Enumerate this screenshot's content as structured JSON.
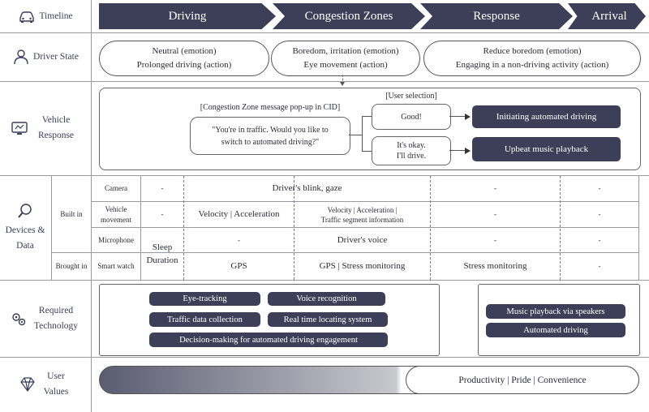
{
  "rows": {
    "timeline": "Timeline",
    "driver_state": "Driver State",
    "vehicle_response": "Vehicle Response",
    "devices_data": "Devices & Data",
    "required_technology": "Required Technology",
    "user_values": "User Values"
  },
  "timeline": {
    "stages": [
      "Driving",
      "Congestion Zones",
      "Response",
      "Arrival"
    ]
  },
  "driver_state": {
    "s1_line1": "Neutral (emotion)",
    "s1_line2": "Prolonged driving (action)",
    "s2_line1": "Boredom, irritation (emotion)",
    "s2_line2": "Eye movement (action)",
    "s3_line1": "Reduce boredom (emotion)",
    "s3_line2": "Engaging in a non-driving activity  (action)"
  },
  "vehicle_response": {
    "popup_title": "[Congestion Zone message pop-up in CID]",
    "popup_line1": "\"You're in traffic. Would you like to",
    "popup_line2": "switch to automated driving?\"",
    "user_selection": "[User selection]",
    "opt_good": "Good!",
    "opt_okay_line1": "It's okay.",
    "opt_okay_line2": "I'll drive.",
    "result_automated": "Initiating automated driving",
    "result_music": "Upbeat music playback"
  },
  "devices": {
    "built_in": "Built in",
    "brought_in": "Brought in",
    "camera": "Camera",
    "vehicle_movement": "Vehicle movement",
    "microphone": "Microphone",
    "smart_watch": "Smart watch",
    "dash": "-",
    "sleep_duration": "Sleep Duration",
    "driver_blink": "Driver's blink, gaze",
    "velocity_acc": "Velocity | Acceleration",
    "velocity_acc_traffic_1": "Velocity | Acceleration |",
    "velocity_acc_traffic_2": "Traffic segment information",
    "driver_voice": "Driver's voice",
    "gps": "GPS",
    "gps_stress": "GPS  |  Stress monitoring",
    "stress": "Stress monitoring"
  },
  "technology": {
    "left": [
      "Eye-tracking",
      "Voice recognition",
      "Traffic data collection",
      "Real time locating system",
      "Decision-making for automated driving engagement"
    ],
    "right": [
      "Music playback via speakers",
      "Automated driving"
    ]
  },
  "user_values": {
    "text": "Productivity | Pride | Convenience"
  },
  "colors": {
    "dark": "#3d3f58",
    "line": "#9a9aa6"
  }
}
